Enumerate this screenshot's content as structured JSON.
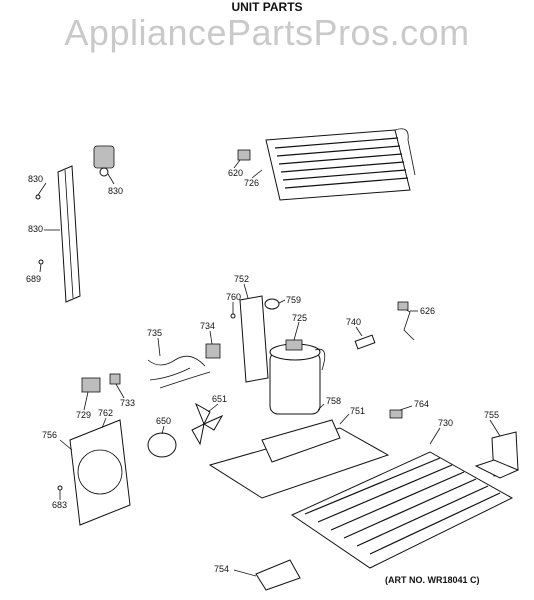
{
  "title": "UNIT PARTS",
  "watermark": "AppliancePartsPros.com",
  "art_number": "(ART NO. WR18041 C)",
  "parts": [
    {
      "id": "830a",
      "label": "830"
    },
    {
      "id": "830b",
      "label": "830"
    },
    {
      "id": "830c",
      "label": "830"
    },
    {
      "id": "689",
      "label": "689"
    },
    {
      "id": "620",
      "label": "620"
    },
    {
      "id": "726",
      "label": "726"
    },
    {
      "id": "752",
      "label": "752"
    },
    {
      "id": "760",
      "label": "760"
    },
    {
      "id": "759",
      "label": "759"
    },
    {
      "id": "626",
      "label": "626"
    },
    {
      "id": "734",
      "label": "734"
    },
    {
      "id": "725",
      "label": "725"
    },
    {
      "id": "740",
      "label": "740"
    },
    {
      "id": "735",
      "label": "735"
    },
    {
      "id": "733",
      "label": "733"
    },
    {
      "id": "729",
      "label": "729"
    },
    {
      "id": "762",
      "label": "762"
    },
    {
      "id": "651",
      "label": "651"
    },
    {
      "id": "650",
      "label": "650"
    },
    {
      "id": "758",
      "label": "758"
    },
    {
      "id": "751",
      "label": "751"
    },
    {
      "id": "764",
      "label": "764"
    },
    {
      "id": "730",
      "label": "730"
    },
    {
      "id": "755",
      "label": "755"
    },
    {
      "id": "756",
      "label": "756"
    },
    {
      "id": "683",
      "label": "683"
    },
    {
      "id": "754",
      "label": "754"
    }
  ]
}
